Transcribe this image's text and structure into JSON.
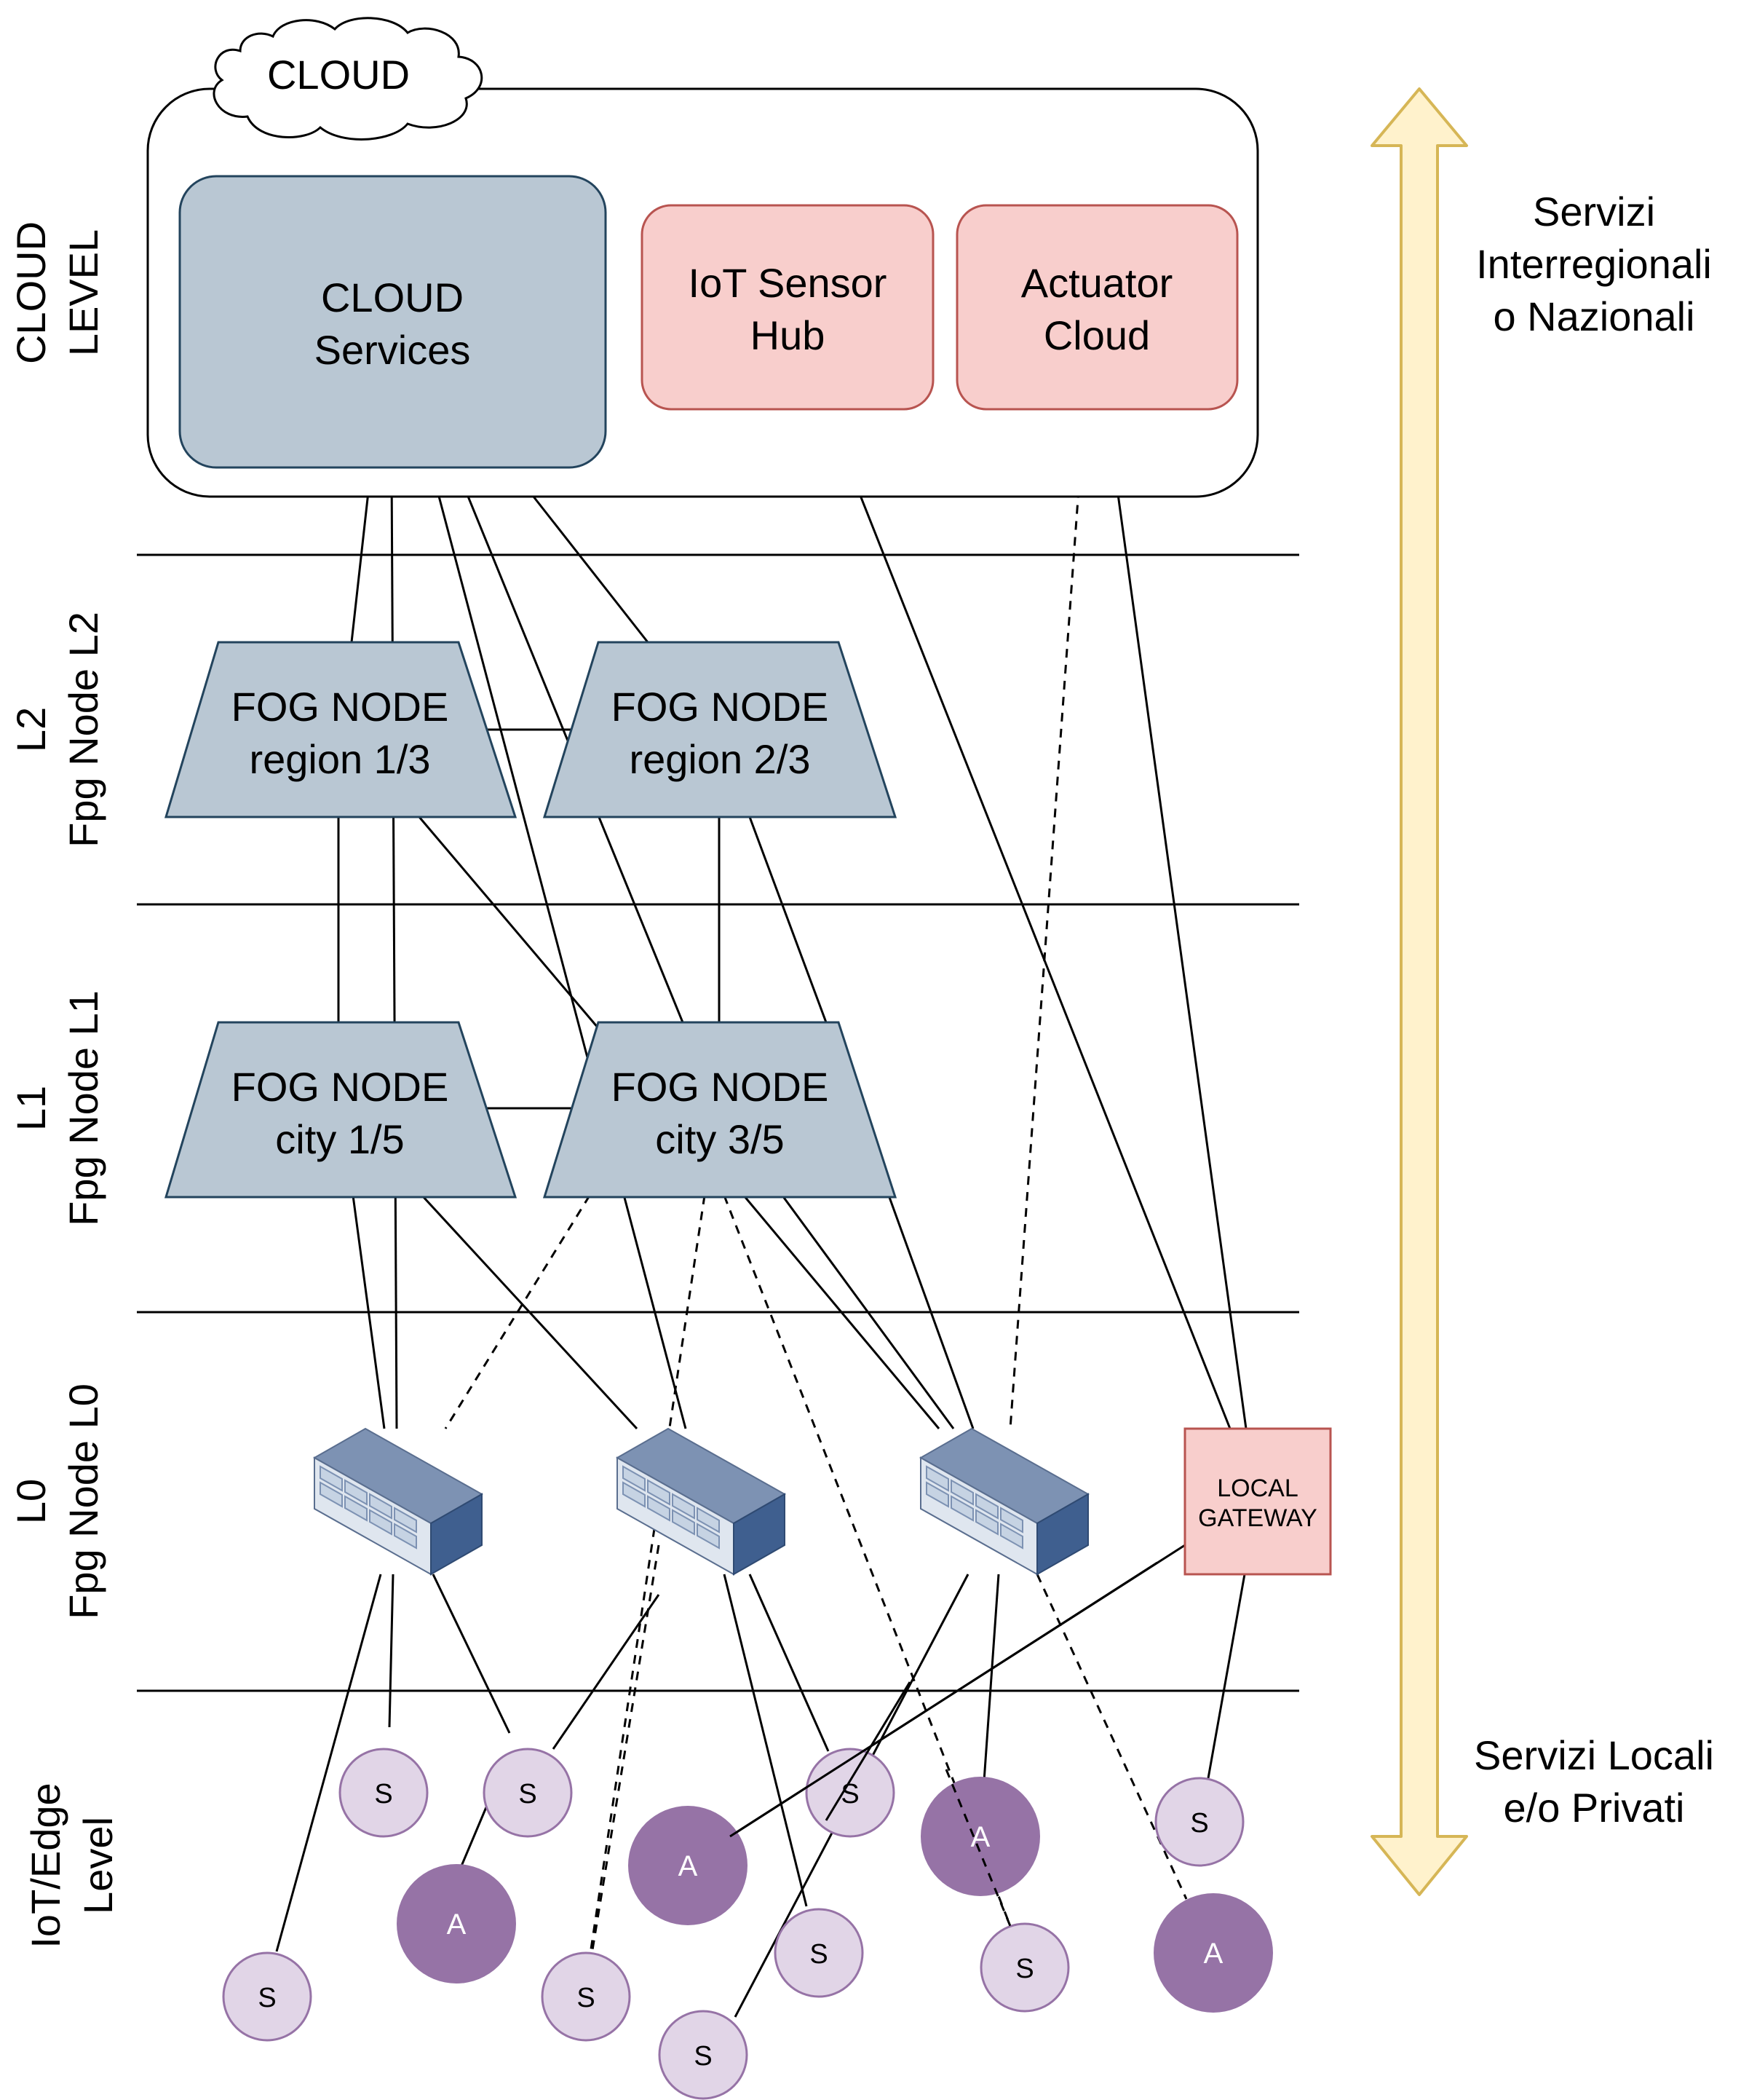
{
  "cloud_level": {
    "cloud_label": "CLOUD",
    "cloud_services": [
      "CLOUD",
      "Services"
    ],
    "iot_sensor_hub": [
      "IoT Sensor",
      "Hub"
    ],
    "actuator_cloud": [
      "Actuator",
      "Cloud"
    ]
  },
  "levels": {
    "cloud": [
      "CLOUD",
      "LEVEL"
    ],
    "l2": [
      "L2",
      "Fpg Node L2"
    ],
    "l1": [
      "L1",
      "Fpg Node L1"
    ],
    "l0": [
      "L0",
      "Fpg Node L0"
    ],
    "edge": [
      "IoT/Edge",
      "Level"
    ]
  },
  "fog_l2": [
    [
      "FOG NODE",
      "region 1/3"
    ],
    [
      "FOG NODE",
      "region 2/3"
    ]
  ],
  "fog_l1": [
    [
      "FOG NODE",
      "city 1/5"
    ],
    [
      "FOG NODE",
      "city 3/5"
    ]
  ],
  "local_gateway": [
    "LOCAL",
    "GATEWAY"
  ],
  "arrow_labels": {
    "top": [
      "Servizi",
      "Interregionali",
      "o Nazionali"
    ],
    "bottom": [
      "Servizi Locali",
      "e/o Privati"
    ]
  },
  "devices": {
    "sensor_label": "S",
    "actuator_label": "A"
  },
  "colors": {
    "cloud_services_fill": "#b9c7d3",
    "pink_fill": "#f8cecc",
    "pink_stroke": "#b85450",
    "fog_fill": "#b9c7d3",
    "arrow_fill": "#fff2cc",
    "arrow_stroke": "#d6b656",
    "sensor_fill": "#e1d5e7",
    "sensor_stroke": "#9673a6",
    "actuator_fill": "#9673a6"
  }
}
